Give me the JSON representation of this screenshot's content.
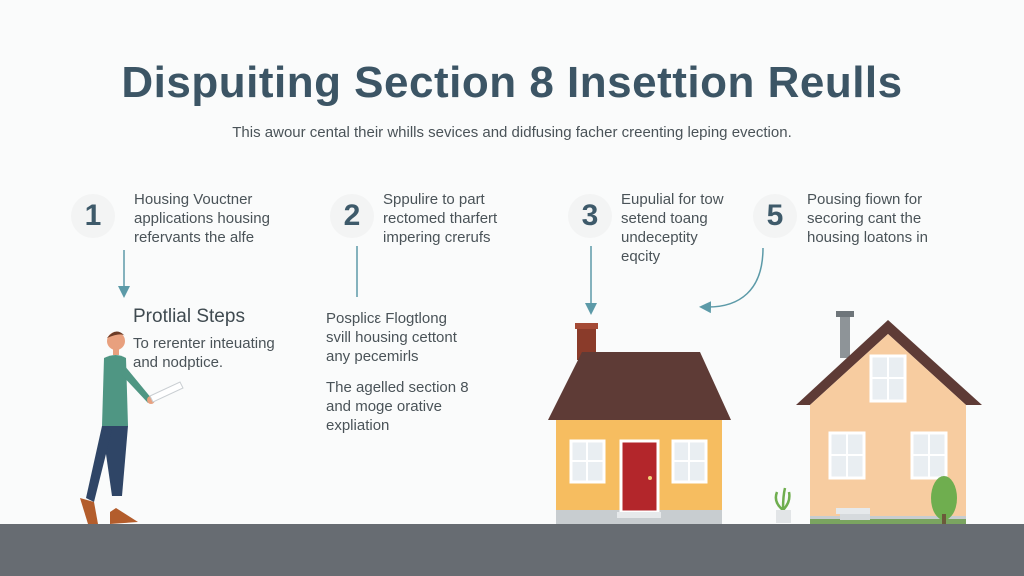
{
  "header": {
    "title": "Dispuiting Section 8 Insettion Reulls",
    "subtitle": "This awour cental their whills sevices and didfusing facher creenting leping evection."
  },
  "steps": [
    {
      "number": "1",
      "text": "Housing Vouctner\napplications housing\nrefervants the alfe"
    },
    {
      "number": "2",
      "text": "Sppulire to part\nrectomed tharfert\nimpering crerufs"
    },
    {
      "number": "3",
      "text": "Eupulial for tow\nsetend toang\nundeceptity\neqcity"
    },
    {
      "number": "5",
      "text": "Pousing fiown for\nsecoring cant the\nhousing loatons in"
    }
  ],
  "practical": {
    "heading": "Protlial Steps",
    "text": "To rerenter inteuating\nand nodptice."
  },
  "middle_block": {
    "para1": "Posplicε Flogtlong\nsvill housing cettont\nany pecemirls",
    "para2": "The agelled section 8\nand moge orative\nexpliation"
  },
  "colors": {
    "title": "#3c5565",
    "ground": "#676c72",
    "arrow": "#5c9aa8",
    "house1_wall": "#f6bd60",
    "house1_roof": "#5e3b36",
    "house1_door": "#b3262b",
    "house2_wall": "#f7cca0",
    "house2_roof": "#5e3b36",
    "person_shirt": "#4f9683",
    "person_pants": "#2f4566"
  }
}
